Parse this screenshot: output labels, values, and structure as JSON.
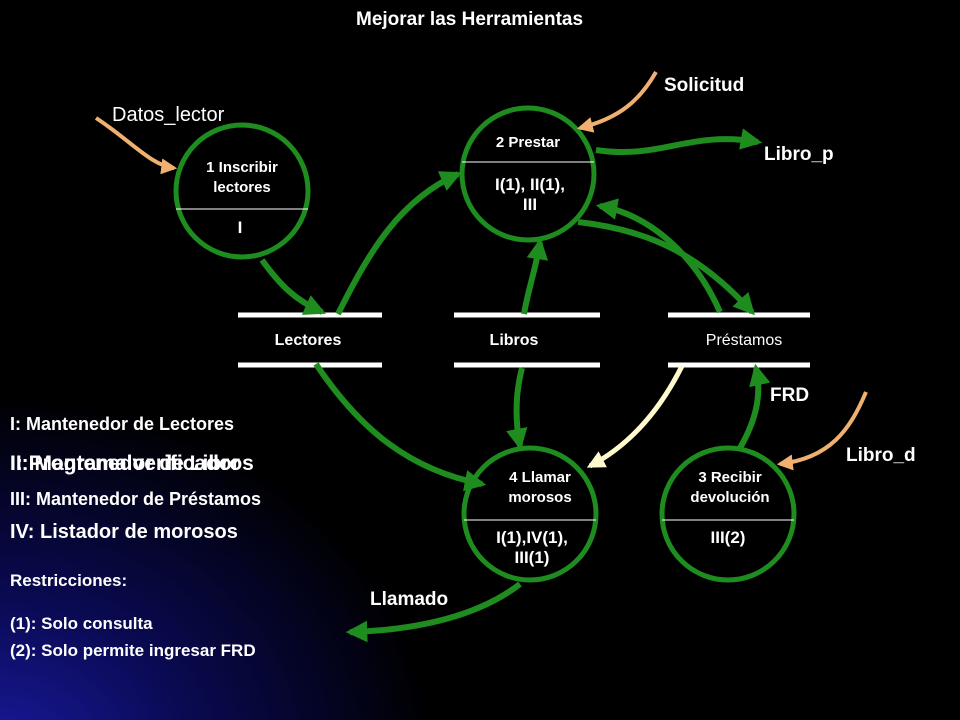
{
  "title": "Mejorar  las Herramientas",
  "flows": {
    "datos_lector": "Datos_lector",
    "solicitud": "Solicitud",
    "libro_p": "Libro_p",
    "frd": "FRD",
    "libro_d": "Libro_d",
    "llamado": "Llamado"
  },
  "processes": {
    "p1": {
      "label_line1": "1 Inscribir",
      "label_line2": "lectores",
      "programs": "I"
    },
    "p2": {
      "label_line1": "2 Prestar",
      "programs_line1": "I(1), II(1),",
      "programs_line2": "III"
    },
    "p3": {
      "label_line1": "3 Recibir",
      "label_line2": "devolución",
      "programs": "III(2)"
    },
    "p4": {
      "label_line1": "4 Llamar",
      "label_line2": "morosos",
      "programs_line1": "I(1),IV(1),",
      "programs_line2": "III(1)"
    }
  },
  "stores": {
    "lectores": "Lectores",
    "libros": "Libros",
    "prestamos": "Préstamos"
  },
  "legend": {
    "items": [
      "I: Mantenedor de Lectores",
      "II: Mantenedor de Libros",
      "III: Mantenedor de Préstamos",
      "IV: Listador de morosos"
    ],
    "overlay_item": "I: Programa verificador",
    "restrictions_title": "Restricciones:",
    "restrictions": [
      "(1): Solo consulta",
      "(2): Solo permite ingresar FRD"
    ]
  },
  "colors": {
    "process_stroke": "#1e8c1e",
    "arrow_green": "#1e8c1e",
    "input_arrow": "#f0b070",
    "return_arrow": "#fffacd",
    "text": "#ffffff"
  }
}
